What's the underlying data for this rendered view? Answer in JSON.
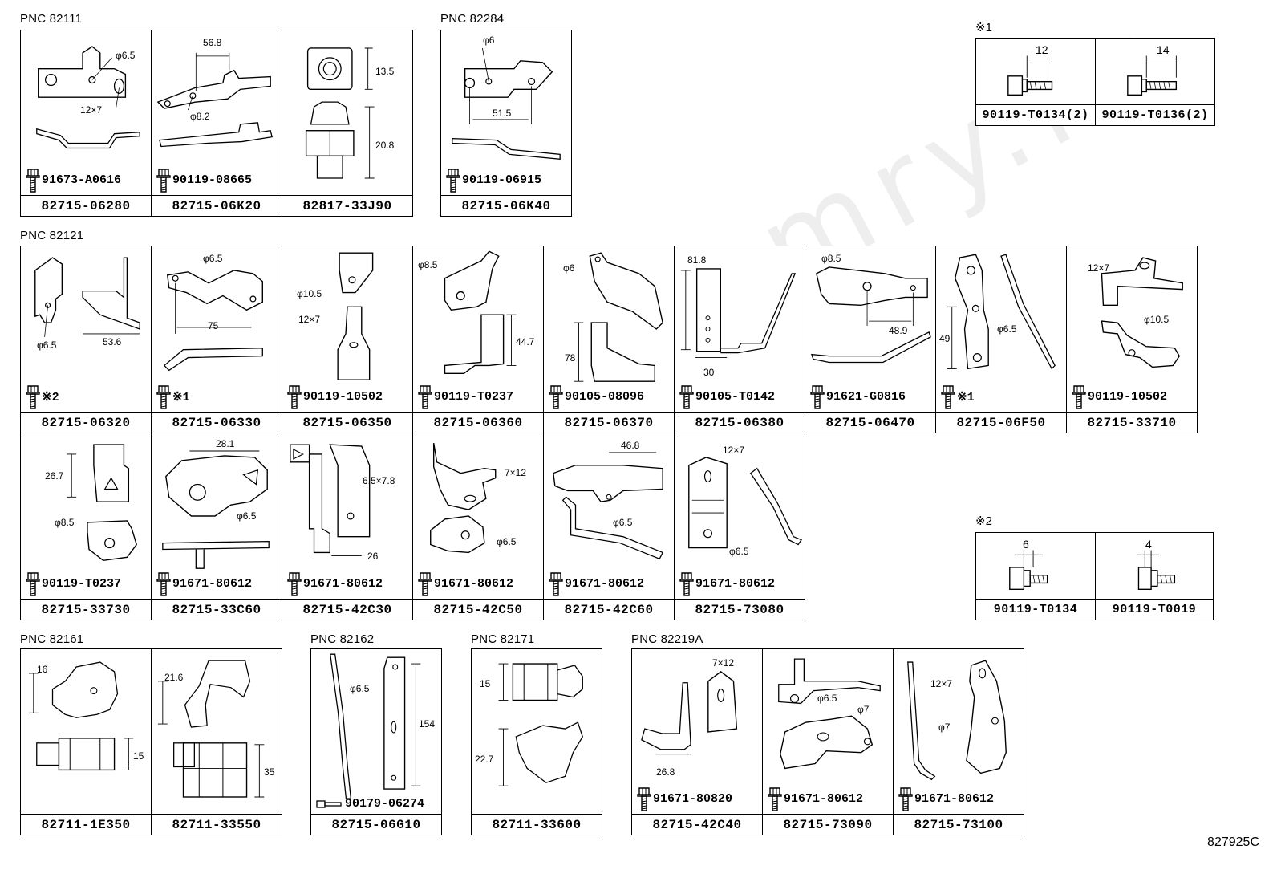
{
  "watermark": "toyota-camry.ru",
  "groups": {
    "g82111": {
      "title": "PNC 82111"
    },
    "g82284": {
      "title": "PNC 82284"
    },
    "g82121": {
      "title": "PNC 82121"
    },
    "g82161": {
      "title": "PNC 82161"
    },
    "g82162": {
      "title": "PNC 82162"
    },
    "g82171": {
      "title": "PNC 82171"
    },
    "g82219a": {
      "title": "PNC 82219A"
    }
  },
  "notes": {
    "n1": {
      "title": "※1",
      "cells": [
        {
          "part": "90119-T0134(2)",
          "dim": "12"
        },
        {
          "part": "90119-T0136(2)",
          "dim": "14"
        }
      ]
    },
    "n2": {
      "title": "※2",
      "cells": [
        {
          "part": "90119-T0134",
          "dim": "6"
        },
        {
          "part": "90119-T0019",
          "dim": "4"
        }
      ]
    }
  },
  "cells": {
    "c1": {
      "part": "82715-06280",
      "bolt": "91673-A0616",
      "dims": [
        "φ6.5",
        "12×7"
      ]
    },
    "c2": {
      "part": "82715-06K20",
      "bolt": "90119-08665",
      "dims": [
        "56.8",
        "φ8.2"
      ]
    },
    "c3": {
      "part": "82817-33J90",
      "dims": [
        "13.5",
        "20.8"
      ]
    },
    "c4": {
      "part": "82715-06K40",
      "bolt": "90119-06915",
      "dims": [
        "φ6",
        "51.5"
      ]
    },
    "c5": {
      "part": "82715-06320",
      "bolt": "※2",
      "dims": [
        "φ6.5",
        "53.6"
      ]
    },
    "c6": {
      "part": "82715-06330",
      "bolt": "※1",
      "dims": [
        "φ6.5",
        "75"
      ]
    },
    "c7": {
      "part": "82715-06350",
      "bolt": "90119-10502",
      "dims": [
        "φ10.5",
        "12×7"
      ]
    },
    "c8": {
      "part": "82715-06360",
      "bolt": "90119-T0237",
      "dims": [
        "φ8.5",
        "44.7"
      ]
    },
    "c9": {
      "part": "82715-06370",
      "bolt": "90105-08096",
      "dims": [
        "φ6",
        "78"
      ]
    },
    "c10": {
      "part": "82715-06380",
      "bolt": "90105-T0142",
      "dims": [
        "81.8",
        "30"
      ]
    },
    "c11": {
      "part": "82715-06470",
      "bolt": "91621-G0816",
      "dims": [
        "φ8.5",
        "48.9"
      ]
    },
    "c12": {
      "part": "82715-06F50",
      "bolt": "※1",
      "dims": [
        "49",
        "φ6.5"
      ]
    },
    "c13": {
      "part": "82715-33710",
      "bolt": "90119-10502",
      "dims": [
        "12×7",
        "φ10.5"
      ]
    },
    "c14": {
      "part": "82715-33730",
      "bolt": "90119-T0237",
      "dims": [
        "26.7",
        "φ8.5"
      ]
    },
    "c15": {
      "part": "82715-33C60",
      "bolt": "91671-80612",
      "dims": [
        "28.1",
        "φ6.5"
      ]
    },
    "c16": {
      "part": "82715-42C30",
      "bolt": "91671-80612",
      "dims": [
        "6.5×7.8",
        "26"
      ]
    },
    "c17": {
      "part": "82715-42C50",
      "bolt": "91671-80612",
      "dims": [
        "7×12",
        "φ6.5"
      ]
    },
    "c18": {
      "part": "82715-42C60",
      "bolt": "91671-80612",
      "dims": [
        "46.8",
        "φ6.5"
      ]
    },
    "c19": {
      "part": "82715-73080",
      "bolt": "91671-80612",
      "dims": [
        "12×7",
        "φ6.5"
      ]
    },
    "c20": {
      "part": "82711-1E350",
      "dims": [
        "16",
        "15"
      ]
    },
    "c21": {
      "part": "82711-33550",
      "dims": [
        "21.6",
        "35"
      ]
    },
    "c22": {
      "part": "82715-06G10",
      "bolt": "90179-06274",
      "dims": [
        "φ6.5",
        "154"
      ]
    },
    "c23": {
      "part": "82711-33600",
      "dims": [
        "15",
        "22.7"
      ]
    },
    "c24": {
      "part": "82715-42C40",
      "bolt": "91671-80820",
      "dims": [
        "7×12",
        "26.8"
      ]
    },
    "c25": {
      "part": "82715-73090",
      "bolt": "91671-80612",
      "dims": [
        "φ6.5",
        "φ7"
      ]
    },
    "c26": {
      "part": "82715-73100",
      "bolt": "91671-80612",
      "dims": [
        "12×7",
        "φ7"
      ]
    }
  },
  "footer_code": "827925C"
}
